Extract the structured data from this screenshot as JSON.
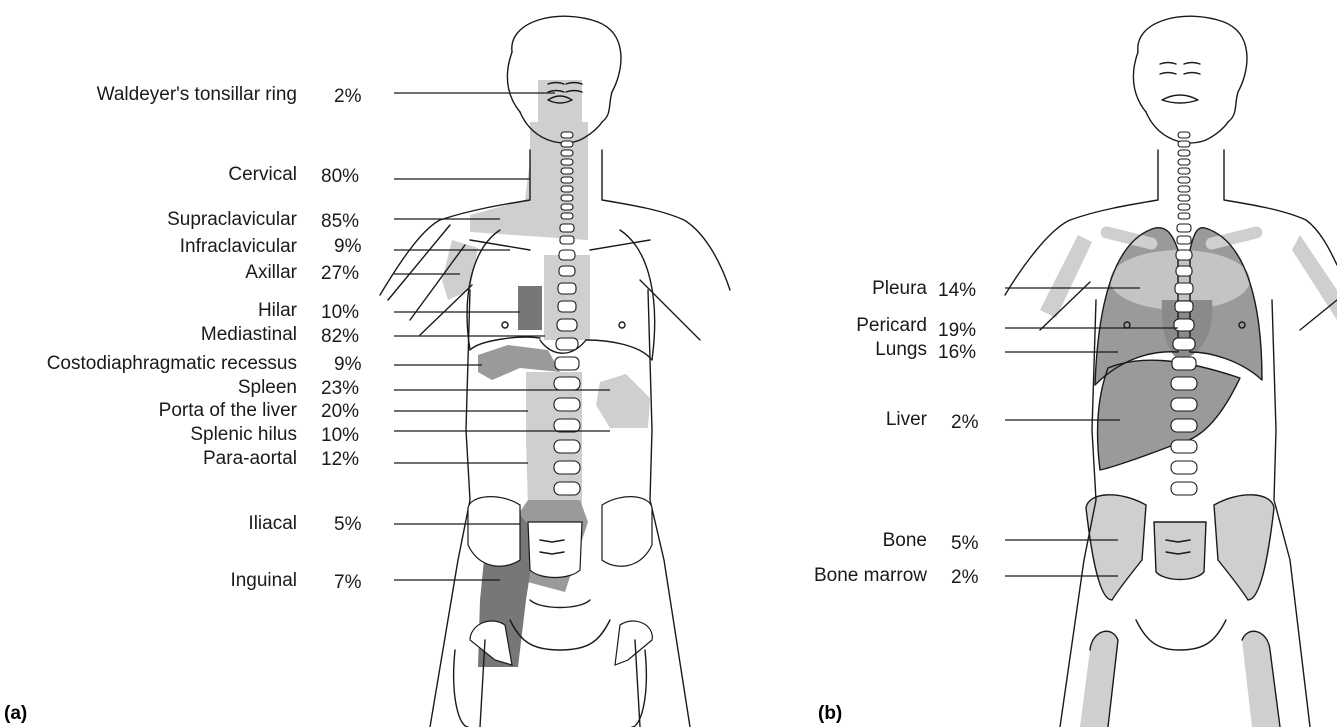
{
  "panel_a": {
    "tag": "(a)",
    "sites": [
      {
        "name": "Waldeyer's tonsillar ring",
        "pct": "2%"
      },
      {
        "name": "Cervical",
        "pct": "80%"
      },
      {
        "name": "Supraclavicular",
        "pct": "85%"
      },
      {
        "name": "Infraclavicular",
        "pct": "9%"
      },
      {
        "name": "Axillar",
        "pct": "27%"
      },
      {
        "name": "Hilar",
        "pct": "10%"
      },
      {
        "name": "Mediastinal",
        "pct": "82%"
      },
      {
        "name": "Costodiaphragmatic recessus",
        "pct": "9%"
      },
      {
        "name": "Spleen",
        "pct": "23%"
      },
      {
        "name": "Porta of the liver",
        "pct": "20%"
      },
      {
        "name": "Splenic hilus",
        "pct": "10%"
      },
      {
        "name": "Para-aortal",
        "pct": "12%"
      },
      {
        "name": "Iliacal",
        "pct": "5%"
      },
      {
        "name": "Inguinal",
        "pct": "7%"
      }
    ]
  },
  "panel_b": {
    "tag": "(b)",
    "sites": [
      {
        "name": "Pleura",
        "pct": "14%"
      },
      {
        "name": "Pericard",
        "pct": "19%"
      },
      {
        "name": "Lungs",
        "pct": "16%"
      },
      {
        "name": "Liver",
        "pct": "2%"
      },
      {
        "name": "Bone",
        "pct": "5%"
      },
      {
        "name": "Bone marrow",
        "pct": "2%"
      }
    ]
  },
  "colors": {
    "light_region": "#cfcfcf",
    "dark_region": "#777777",
    "mid_region": "#9a9a9a",
    "outline": "#1a1a1a"
  }
}
